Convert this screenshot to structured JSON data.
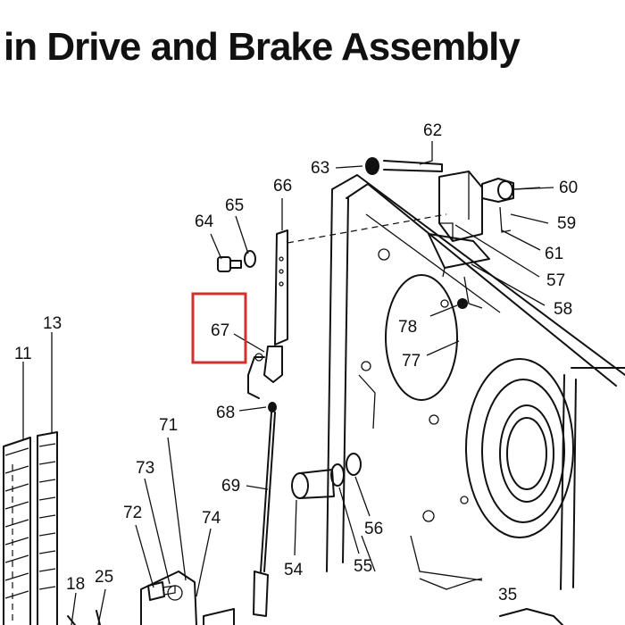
{
  "title": "in Drive and Brake Assembly",
  "highlight_color": "#d32f2f",
  "labels": {
    "p11": "11",
    "p13": "13",
    "p18": "18",
    "p25": "25",
    "p35": "35",
    "p54": "54",
    "p55": "55",
    "p56": "56",
    "p57": "57",
    "p58": "58",
    "p59": "59",
    "p60": "60",
    "p61": "61",
    "p62": "62",
    "p63": "63",
    "p64": "64",
    "p65": "65",
    "p66": "66",
    "p67": "67",
    "p68": "68",
    "p69": "69",
    "p71": "71",
    "p72": "72",
    "p73": "73",
    "p74": "74",
    "p77": "77",
    "p78": "78"
  },
  "highlighted_part": "67"
}
